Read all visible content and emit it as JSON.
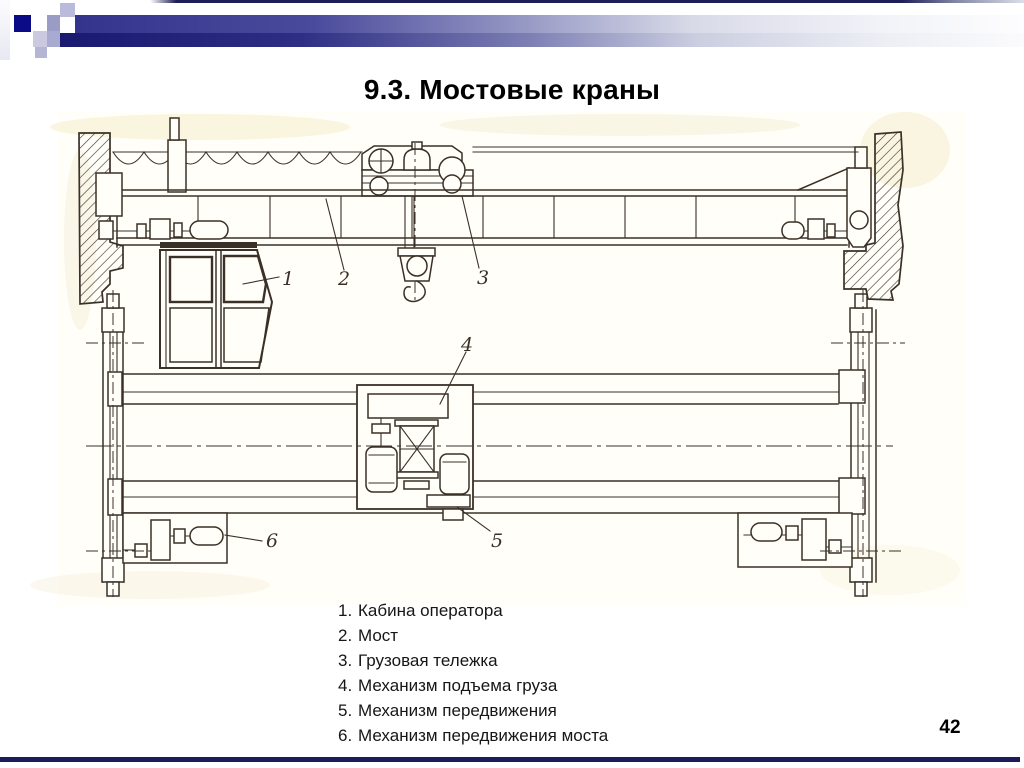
{
  "slide": {
    "title": "9.3. Мостовые краны",
    "page_number": "42"
  },
  "legend": {
    "items": [
      {
        "num": "1.",
        "label": "Кабина оператора"
      },
      {
        "num": "2.",
        "label": "Мост"
      },
      {
        "num": "3.",
        "label": "Грузовая тележка"
      },
      {
        "num": "4.",
        "label": "Механизм подъема груза"
      },
      {
        "num": "5.",
        "label": "Механизм передвижения"
      },
      {
        "num": "6.",
        "label": "Механизм передвижения моста"
      }
    ]
  },
  "figure": {
    "callouts": [
      "1",
      "2",
      "3",
      "4",
      "5",
      "6"
    ]
  },
  "colors": {
    "accent_navy": "#0b0b87",
    "bar_dark": "#19196f",
    "line_navy": "#1c1c5c",
    "ink": "#3a3027",
    "square_light": "#babbdc",
    "square_mid": "#9b9cc6"
  }
}
